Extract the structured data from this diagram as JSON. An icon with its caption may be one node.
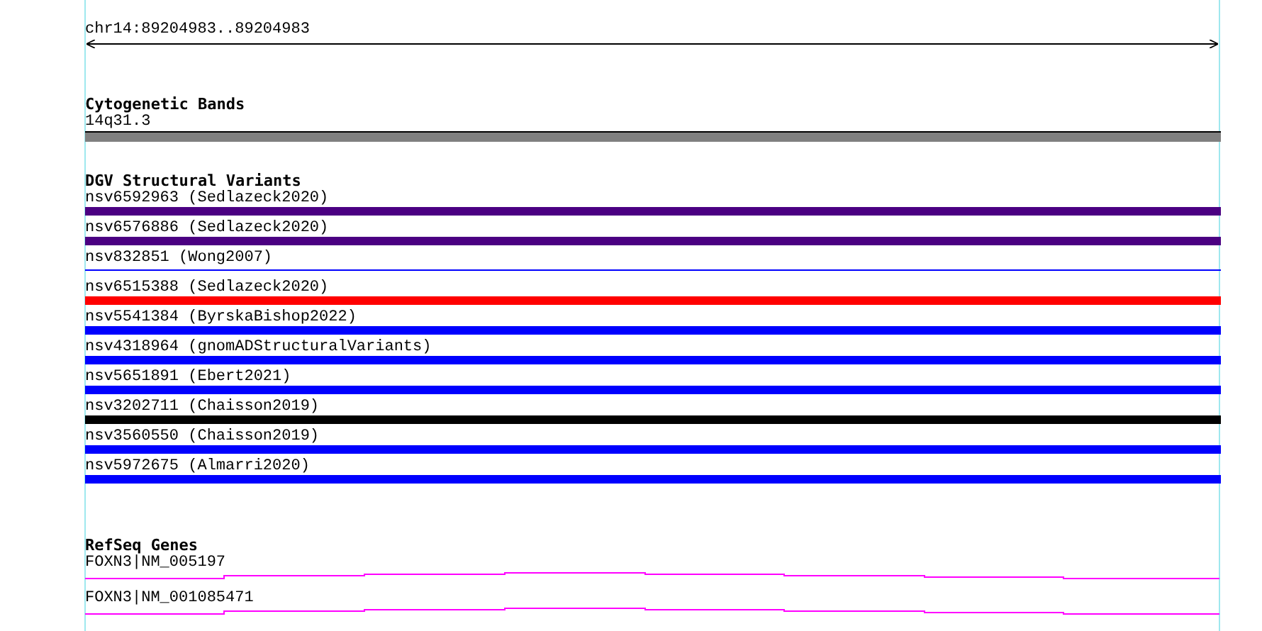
{
  "diagram": {
    "labels": [
      "chr14:89204983..89204983",
      "Cytogenetic Bands",
      "14q31.3",
      "DGV Structural Variants",
      "nsv6592963 (Sedlazeck2020)",
      "nsv6576886 (Sedlazeck2020)",
      "nsv832851 (Wong2007)",
      "nsv6515388 (Sedlazeck2020)",
      "nsv5541384 (ByrskaBishop2022)",
      "nsv4318964 (gnomADStructuralVariants)",
      "nsv5651891 (Ebert2021)",
      "nsv3202711 (Chaisson2019)",
      "nsv3560550 (Chaisson2019)",
      "nsv5972675 (Almarri2020)",
      "RefSeq Genes",
      "FOXN3|NM_005197",
      "FOXN3|NM_001085471"
    ]
  }
}
